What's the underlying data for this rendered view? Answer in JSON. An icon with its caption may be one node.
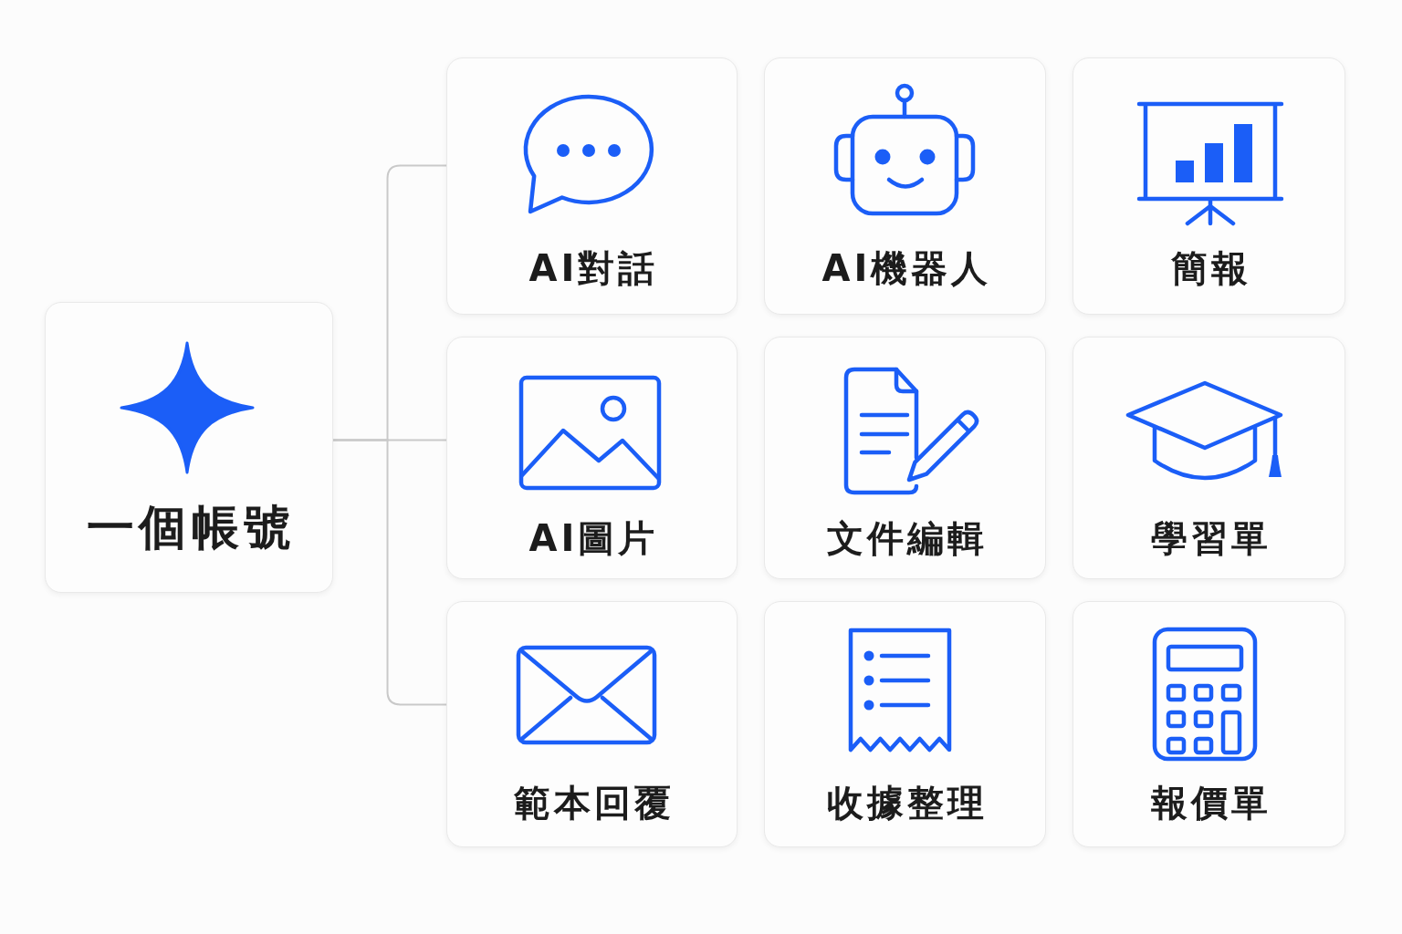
{
  "diagram": {
    "nodes": [
      {
        "text": [
          "一個帳號"
        ]
      },
      {
        "text": [
          "AI對話"
        ]
      },
      {
        "text": [
          "AI機器人"
        ]
      },
      {
        "text": [
          "簡報"
        ]
      },
      {
        "text": [
          "AI圖片"
        ]
      },
      {
        "text": [
          "文件編輯"
        ]
      },
      {
        "text": [
          "學習單"
        ]
      },
      {
        "text": [
          "範本回覆"
        ]
      },
      {
        "text": [
          "收據整理"
        ]
      },
      {
        "text": [
          "報價單"
        ]
      }
    ],
    "edges": [
      {
        "from": 0,
        "to": 1,
        "arrow": "none"
      },
      {
        "from": 0,
        "to": 4,
        "arrow": "none"
      },
      {
        "from": 0,
        "to": 7,
        "arrow": "none"
      }
    ]
  }
}
